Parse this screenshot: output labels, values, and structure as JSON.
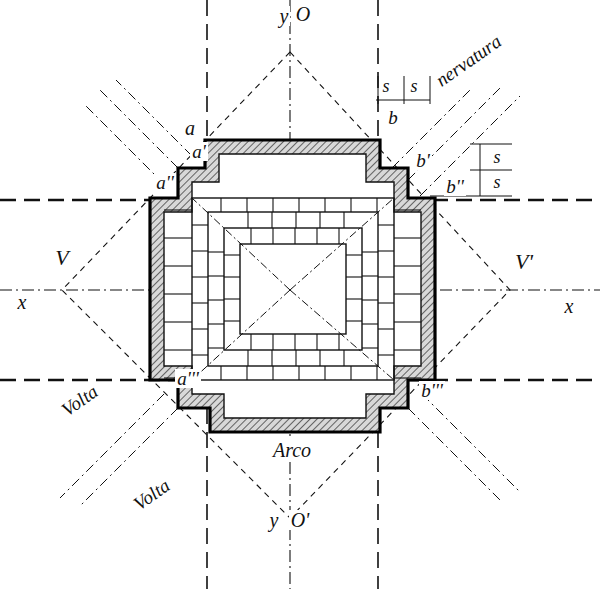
{
  "diagram": {
    "labels": [
      "y",
      "O",
      "s",
      "s",
      "nervatura",
      "a",
      "b",
      "a'",
      "b'",
      "s",
      "s",
      "a''",
      "b''",
      "V",
      "V'",
      "x",
      "x",
      "a'''",
      "b'''",
      "Volta",
      "Arco",
      "Volta",
      "y",
      "O'"
    ]
  }
}
